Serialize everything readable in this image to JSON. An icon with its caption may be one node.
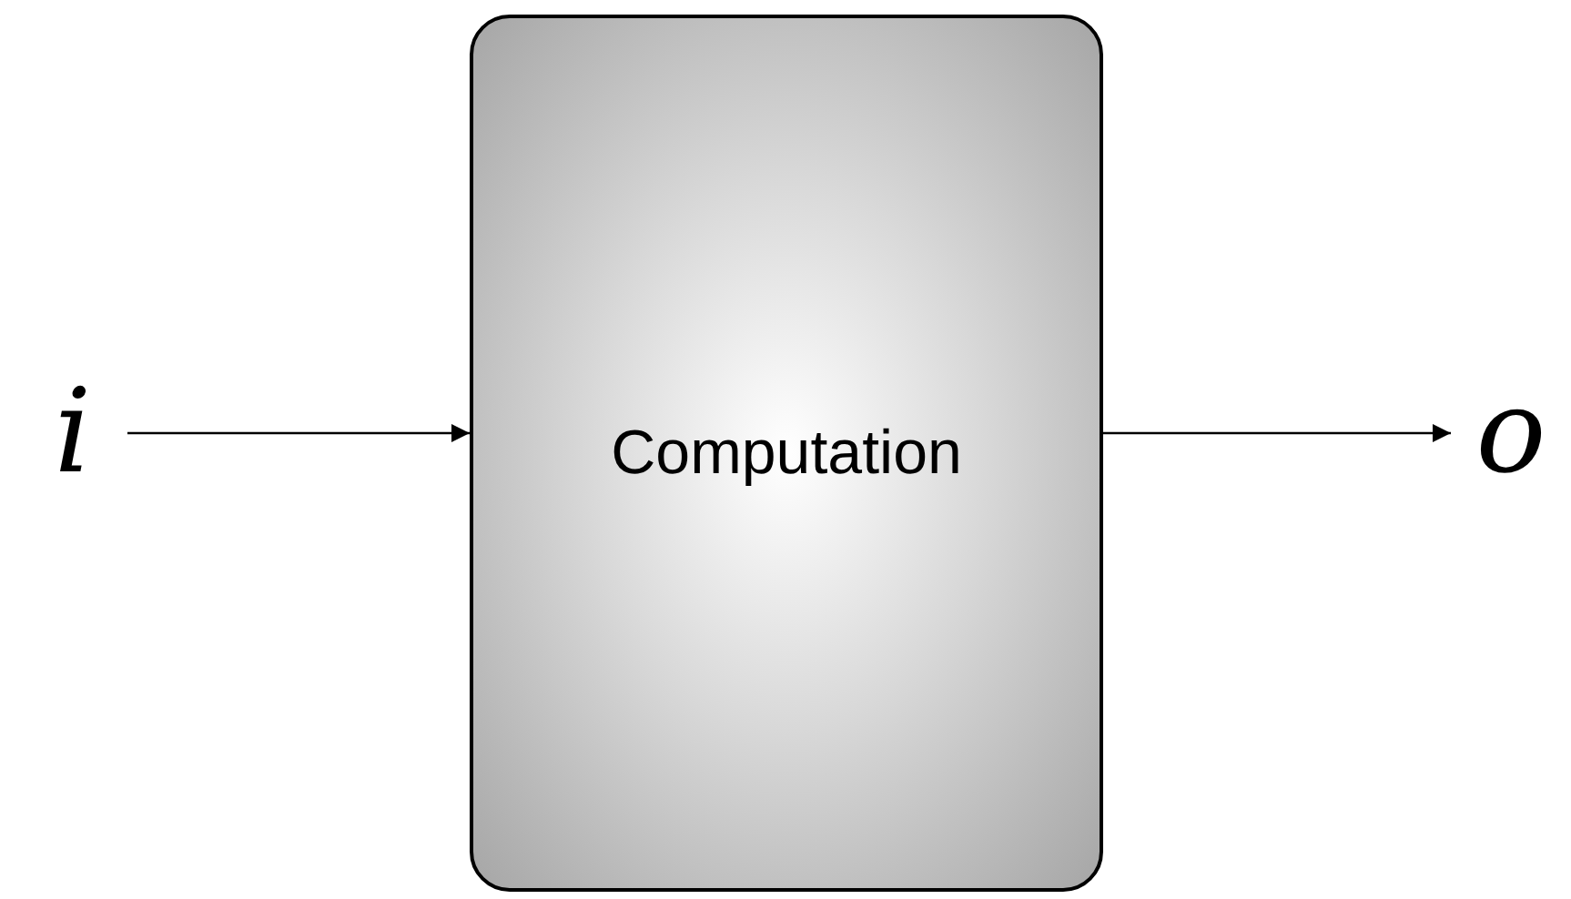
{
  "diagram": {
    "nodes": [
      {
        "text": [
          "i"
        ]
      },
      {
        "text": [
          "Computation"
        ]
      },
      {
        "text": [
          "o"
        ]
      }
    ],
    "edges": [
      {
        "from": 0,
        "to": 1,
        "arrow": "to"
      },
      {
        "from": 1,
        "to": 2,
        "arrow": "to"
      }
    ]
  }
}
